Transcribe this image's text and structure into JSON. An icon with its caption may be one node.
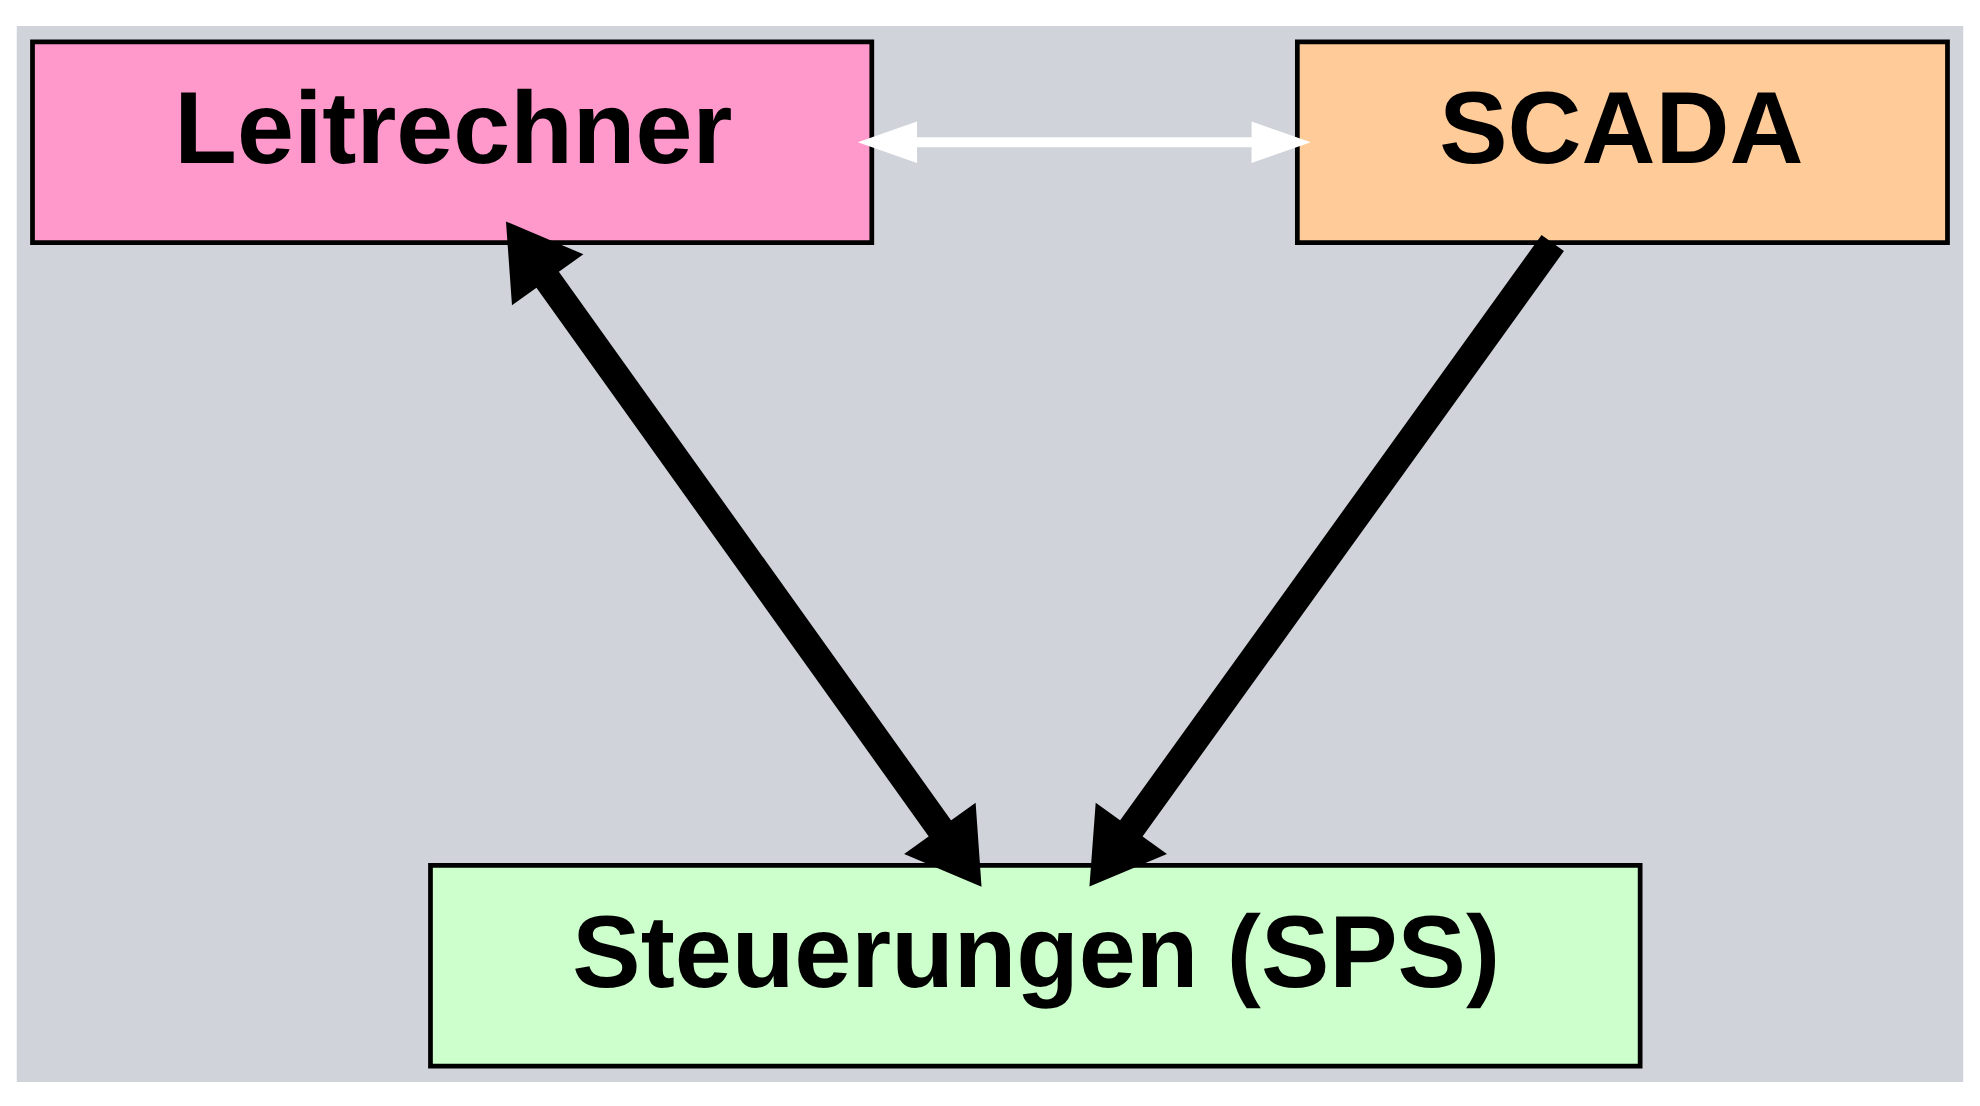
{
  "diagram": {
    "nodes": [
      {
        "text": [
          "Leitrechner"
        ]
      },
      {
        "text": [
          "SCADA"
        ]
      },
      {
        "text": [
          "Steuerungen (SPS)"
        ]
      }
    ],
    "edges": [
      {
        "from": 0,
        "to": 1,
        "arrow": "both",
        "color": "#ffffff"
      },
      {
        "from": 0,
        "to": 2,
        "arrow": "both"
      },
      {
        "from": 1,
        "to": 2,
        "arrow": "to"
      }
    ]
  }
}
